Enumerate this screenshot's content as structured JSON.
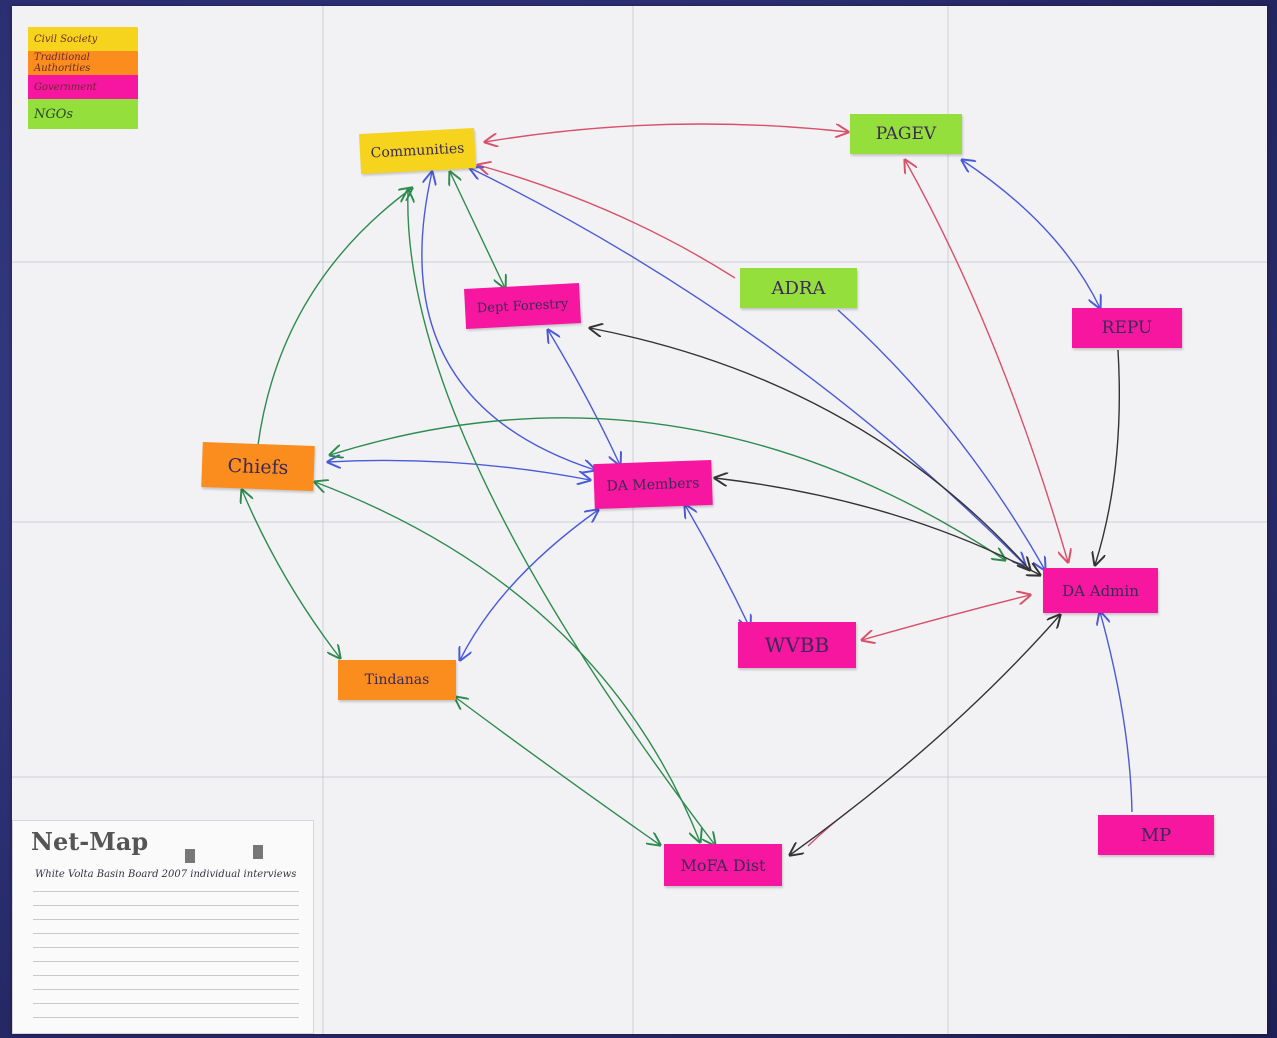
{
  "legend": [
    {
      "label": "Civil Society",
      "color": "#f6d31c"
    },
    {
      "label": "Traditional Authorities",
      "color": "#fb8d1e"
    },
    {
      "label": "Government",
      "color": "#f616a0"
    },
    {
      "label": "NGOs",
      "color": "#95df3c"
    }
  ],
  "nodes": {
    "communities": "Communities",
    "pagev": "PAGEV",
    "adra": "ADRA",
    "dept_forestry": "Dept Forestry",
    "repu": "REPU",
    "chiefs": "Chiefs",
    "da_members": "DA Members",
    "da_admin": "DA Admin",
    "wvbb": "WVBB",
    "tindanas": "Tindanas",
    "mofa_dist": "MoFA Dist",
    "mp": "MP"
  },
  "netmap_card": {
    "title": "Net-Map",
    "subtitle": "White Volta Basin Board 2007 individual interviews"
  }
}
